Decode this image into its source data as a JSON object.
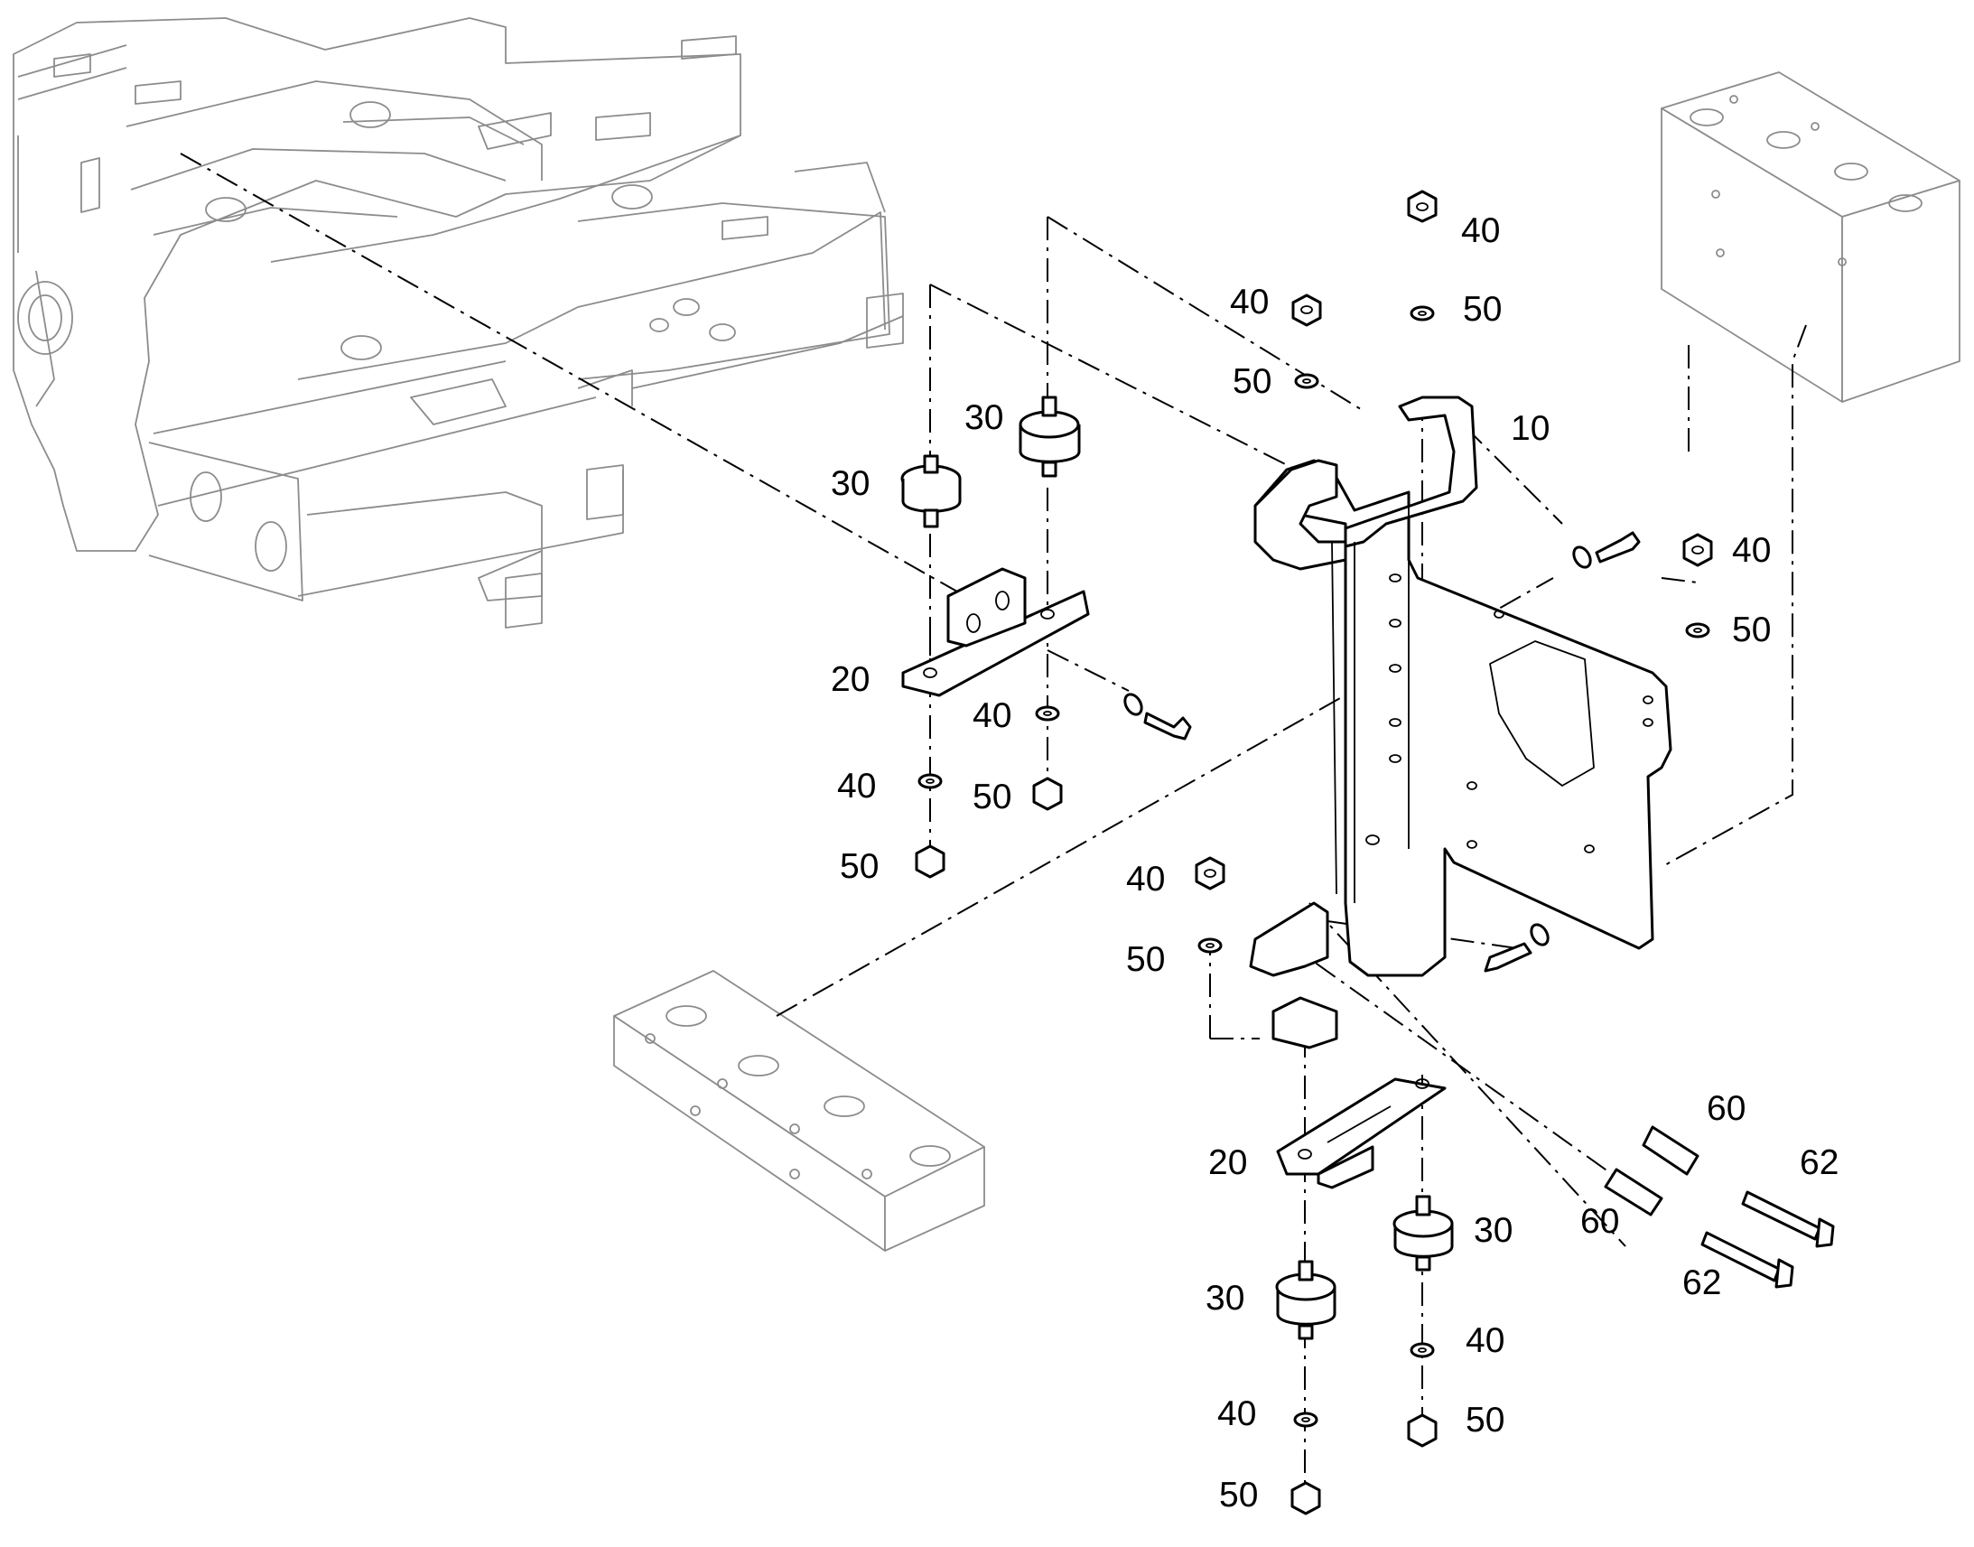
{
  "diagram": {
    "callouts": [
      {
        "id": "c1",
        "text": "40"
      },
      {
        "id": "c2",
        "text": "40"
      },
      {
        "id": "c3",
        "text": "50"
      },
      {
        "id": "c4",
        "text": "50"
      },
      {
        "id": "c5",
        "text": "10"
      },
      {
        "id": "c6",
        "text": "30"
      },
      {
        "id": "c7",
        "text": "30"
      },
      {
        "id": "c8",
        "text": "20"
      },
      {
        "id": "c9",
        "text": "40"
      },
      {
        "id": "c10",
        "text": "40"
      },
      {
        "id": "c11",
        "text": "50"
      },
      {
        "id": "c12",
        "text": "50"
      },
      {
        "id": "c13",
        "text": "40"
      },
      {
        "id": "c14",
        "text": "50"
      },
      {
        "id": "c15",
        "text": "40"
      },
      {
        "id": "c16",
        "text": "50"
      },
      {
        "id": "c17",
        "text": "60"
      },
      {
        "id": "c18",
        "text": "62"
      },
      {
        "id": "c19",
        "text": "20"
      },
      {
        "id": "c20",
        "text": "30"
      },
      {
        "id": "c21",
        "text": "60"
      },
      {
        "id": "c22",
        "text": "62"
      },
      {
        "id": "c23",
        "text": "30"
      },
      {
        "id": "c24",
        "text": "40"
      },
      {
        "id": "c25",
        "text": "40"
      },
      {
        "id": "c26",
        "text": "50"
      },
      {
        "id": "c27",
        "text": "50"
      }
    ]
  }
}
